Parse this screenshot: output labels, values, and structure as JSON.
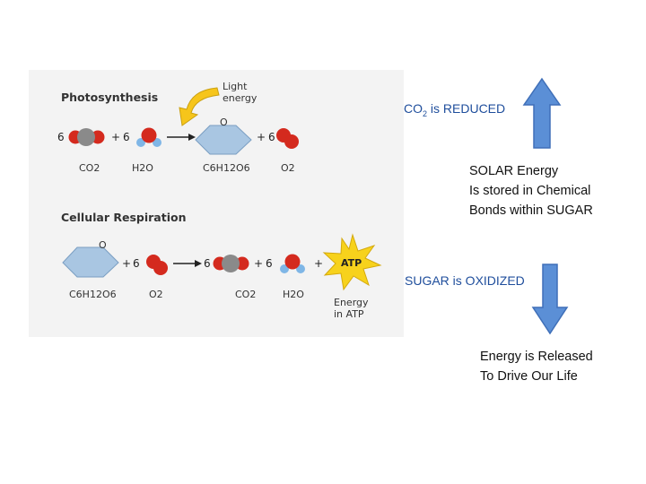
{
  "diagram": {
    "photosynthesis": {
      "heading": "Photosynthesis",
      "light_label": [
        "Light",
        "energy"
      ],
      "coef_co2": "6",
      "coef_h2o": "6",
      "coef_o2": "6",
      "plus": "+",
      "labels": {
        "co2": "CO2",
        "h2o": "H2O",
        "glucose": "C6H12O6",
        "o2": "O2",
        "ring_o": "O"
      }
    },
    "respiration": {
      "heading": "Cellular Respiration",
      "coef_o2": "6",
      "coef_co2": "6",
      "coef_h2o": "6",
      "plus": "+",
      "atp_label": "ATP",
      "energy_label": [
        "Energy",
        "in ATP"
      ],
      "labels": {
        "glucose": "C6H12O6",
        "o2": "O2",
        "co2": "CO2",
        "h2o": "H2O",
        "ring_o": "O"
      }
    }
  },
  "annotations": {
    "co2_reduced": {
      "prefix": "CO",
      "sub": "2",
      "suffix": " is REDUCED"
    },
    "solar": [
      "SOLAR Energy",
      "Is stored in Chemical",
      "Bonds within SUGAR"
    ],
    "sugar_oxidized": "SUGAR is OXIDIZED",
    "energy_released": [
      "Energy is Released",
      "To Drive Our Life"
    ]
  },
  "colors": {
    "arrow_fill": "#5b8fd6",
    "arrow_stroke": "#3f6fb8",
    "annotation_blue": "#1f4e9c",
    "hexagon": "#a9c6e2",
    "oxygen_red": "#d42a1e",
    "carbon_grey": "#8a8a8a",
    "hydrogen_blue": "#7fb6e6",
    "light_yellow": "#f6c51b",
    "atp_star": "#f7d21c"
  }
}
